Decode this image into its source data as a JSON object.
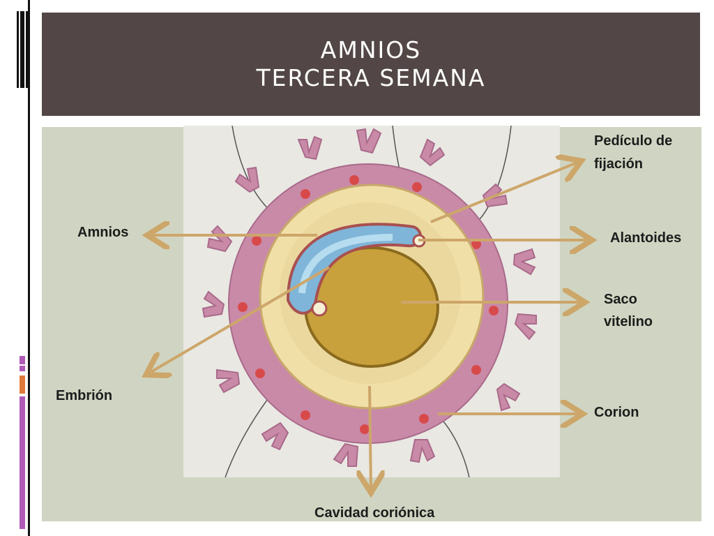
{
  "slide": {
    "title_line1": "AMNIOS",
    "title_line2": "TERCERA SEMANA"
  },
  "labels": {
    "pediculo_line1": "Pedículo de",
    "pediculo_line2": "fijación",
    "amnios": "Amnios",
    "alantoides": "Alantoides",
    "saco_line1": "Saco",
    "saco_line2": "vitelino",
    "embrion": "Embrión",
    "corion": "Corion",
    "cavidad": "Cavidad coriónica"
  },
  "colors": {
    "title_band": "#524746",
    "content_panel": "#cfd5c2",
    "arrow": "#cda66a",
    "trophoblast": "#c98aa8",
    "yolk": "#c9a13c",
    "amnion": "#7fb5d8"
  }
}
